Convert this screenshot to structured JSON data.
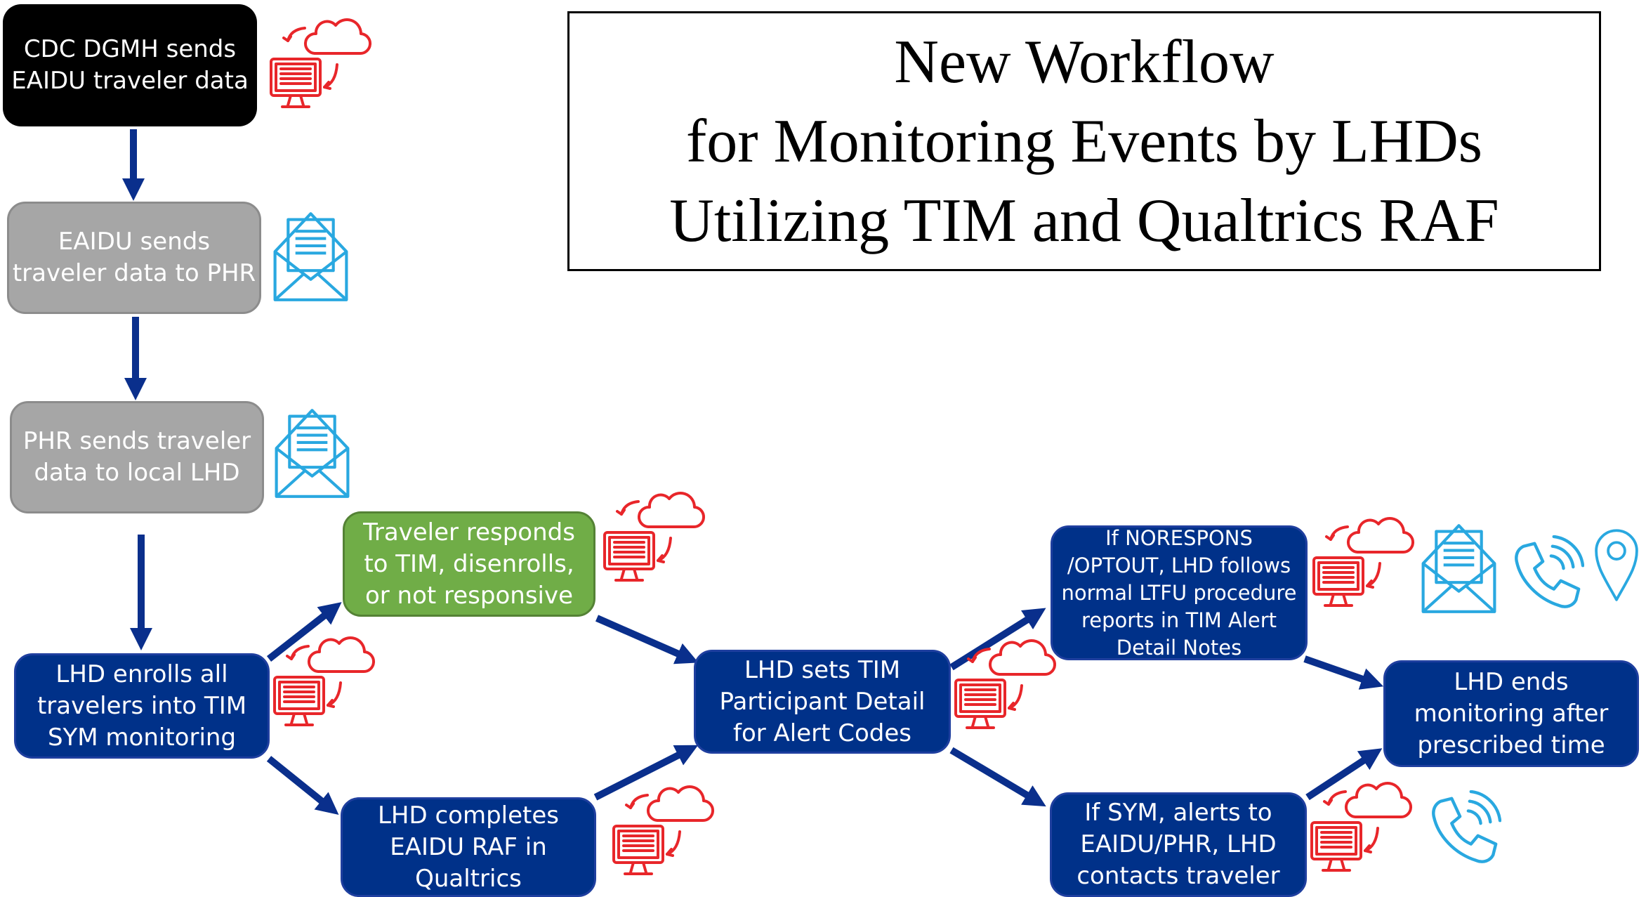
{
  "title": {
    "line1": "New Workflow",
    "line2": "for Monitoring Events by LHDs",
    "line3": "Utilizing TIM and Qualtrics RAF"
  },
  "nodes": {
    "cdc": "CDC DGMH sends\nEAIDU traveler data",
    "eaidu": "EAIDU sends\ntraveler data to PHR",
    "phr": "PHR sends traveler\ndata to local LHD",
    "enroll": "LHD enrolls all\ntravelers into TIM\nSYM monitoring",
    "traveler": "Traveler responds\nto TIM, disenrolls,\nor not responsive",
    "raf": "LHD completes\nEAIDU RAF  in\nQualtrics",
    "settim": "LHD sets TIM\nParticipant Detail\nfor Alert Codes",
    "norespons": "If NORESPONS\n/OPTOUT, LHD follows\nnormal LTFU procedure\nreports in TIM Alert\nDetail Notes",
    "sym": "If SYM, alerts to\nEAIDU/PHR, LHD\ncontacts traveler",
    "ends": "LHD ends\nmonitoring after\nprescribed time"
  },
  "icons": [
    "cloud-sync-icon",
    "email-icon",
    "phone-icon",
    "location-pin-icon"
  ],
  "colors": {
    "start": "#000000",
    "intermediary": "#a6a6a6",
    "traveler": "#70ad47",
    "lhd": "#003189",
    "arrow": "#0a2f8c",
    "sync_icon": "#e8262a",
    "contact_icon": "#29a8e0"
  }
}
